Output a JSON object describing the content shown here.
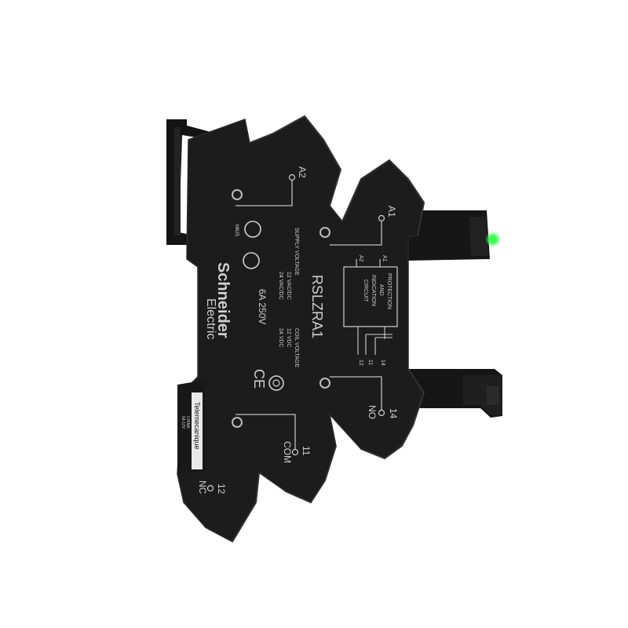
{
  "product": {
    "model": "RSLZRA1",
    "brand_line1": "Schneider",
    "brand_line2": "Electric",
    "sub_brand": "Telemecanique",
    "rating": "6A  250V",
    "supply_voltage_title": "SUPPLY VOLTAGE",
    "supply_voltage_1": "12 VAC/DC",
    "supply_voltage_2": "24 VAC/DC",
    "coil_voltage_title": "COIL VOLTAGE",
    "coil_voltage_1": "12 VDC",
    "coil_voltage_2": "24 VDC",
    "circuit_line1": "PROTECTION",
    "circuit_line2": "AND",
    "circuit_line3": "INDICATION",
    "circuit_line4": "CIRCUIT",
    "terminals": {
      "a1": "A1",
      "a2": "A2",
      "a1_small": "A1",
      "a2_small": "A2",
      "t14": "14",
      "t11": "11",
      "t12": "12",
      "t14_small": "14",
      "t11_small": "11",
      "t12_small": "12",
      "no": "NO",
      "com": "COM",
      "nc": "NC"
    },
    "small_print_1": "M625",
    "small_print_2": "CHINA",
    "small_print_3": "6A 12V",
    "cert_ce": "CE",
    "body_color": "#1c1c1c",
    "edge_color": "#2a2a2a",
    "led_color": "#39ff57"
  }
}
